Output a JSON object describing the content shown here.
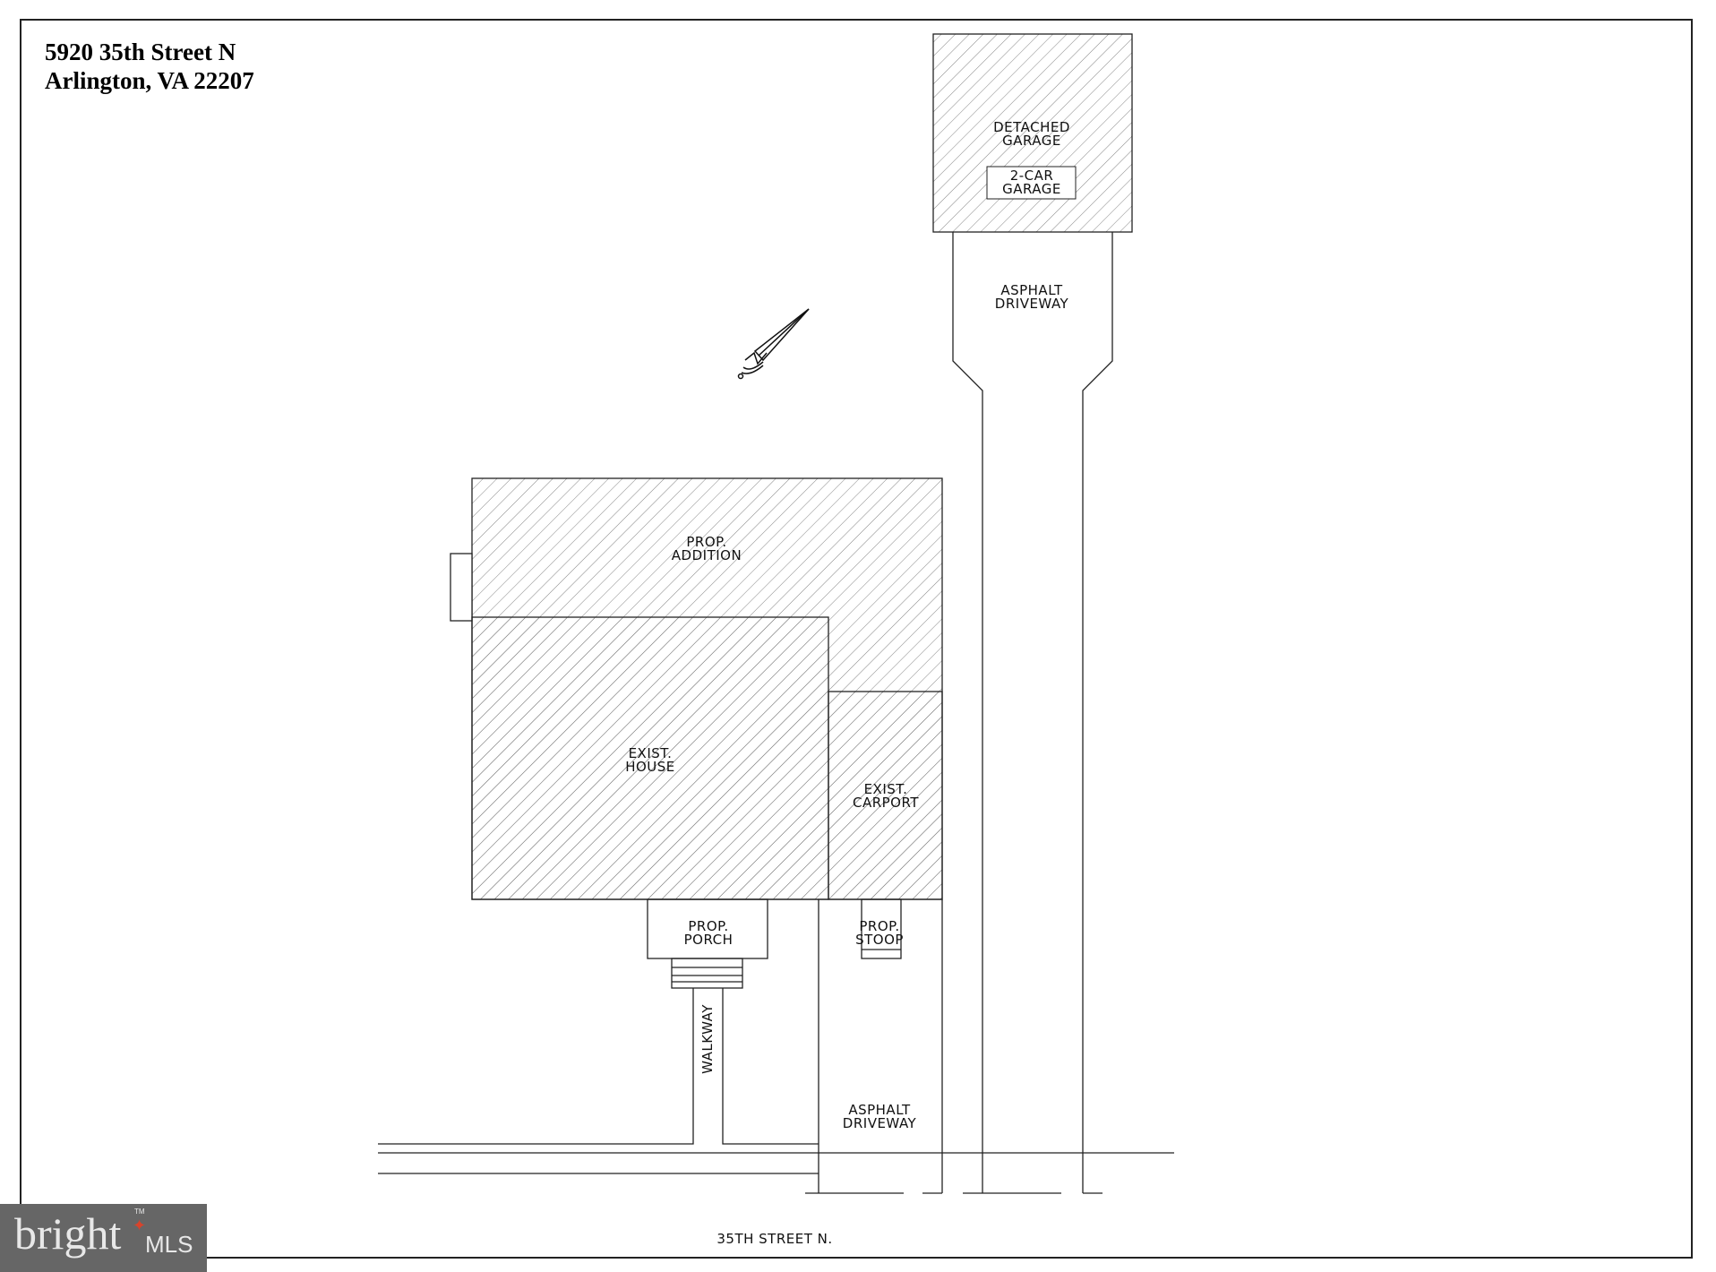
{
  "address": {
    "line1": "5920 35th Street N",
    "line2": "Arlington, VA 22207"
  },
  "labels": {
    "detached_garage": [
      "DETACHED",
      "GARAGE"
    ],
    "two_car_garage": [
      "2-CAR",
      "GARAGE"
    ],
    "rear_driveway": [
      "ASPHALT",
      "DRIVEWAY"
    ],
    "addition": [
      "PROP.",
      "ADDITION"
    ],
    "house": [
      "EXIST.",
      "HOUSE"
    ],
    "carport": [
      "EXIST.",
      "CARPORT"
    ],
    "porch": [
      "PROP.",
      "PORCH"
    ],
    "stoop": [
      "PROP.",
      "STOOP"
    ],
    "walkway": "WALKWAY",
    "front_driveway": [
      "ASPHALT",
      "DRIVEWAY"
    ],
    "street": "35TH STREET N."
  },
  "logo": {
    "brand": "bright",
    "suffix": "MLS",
    "tm": "TM"
  }
}
